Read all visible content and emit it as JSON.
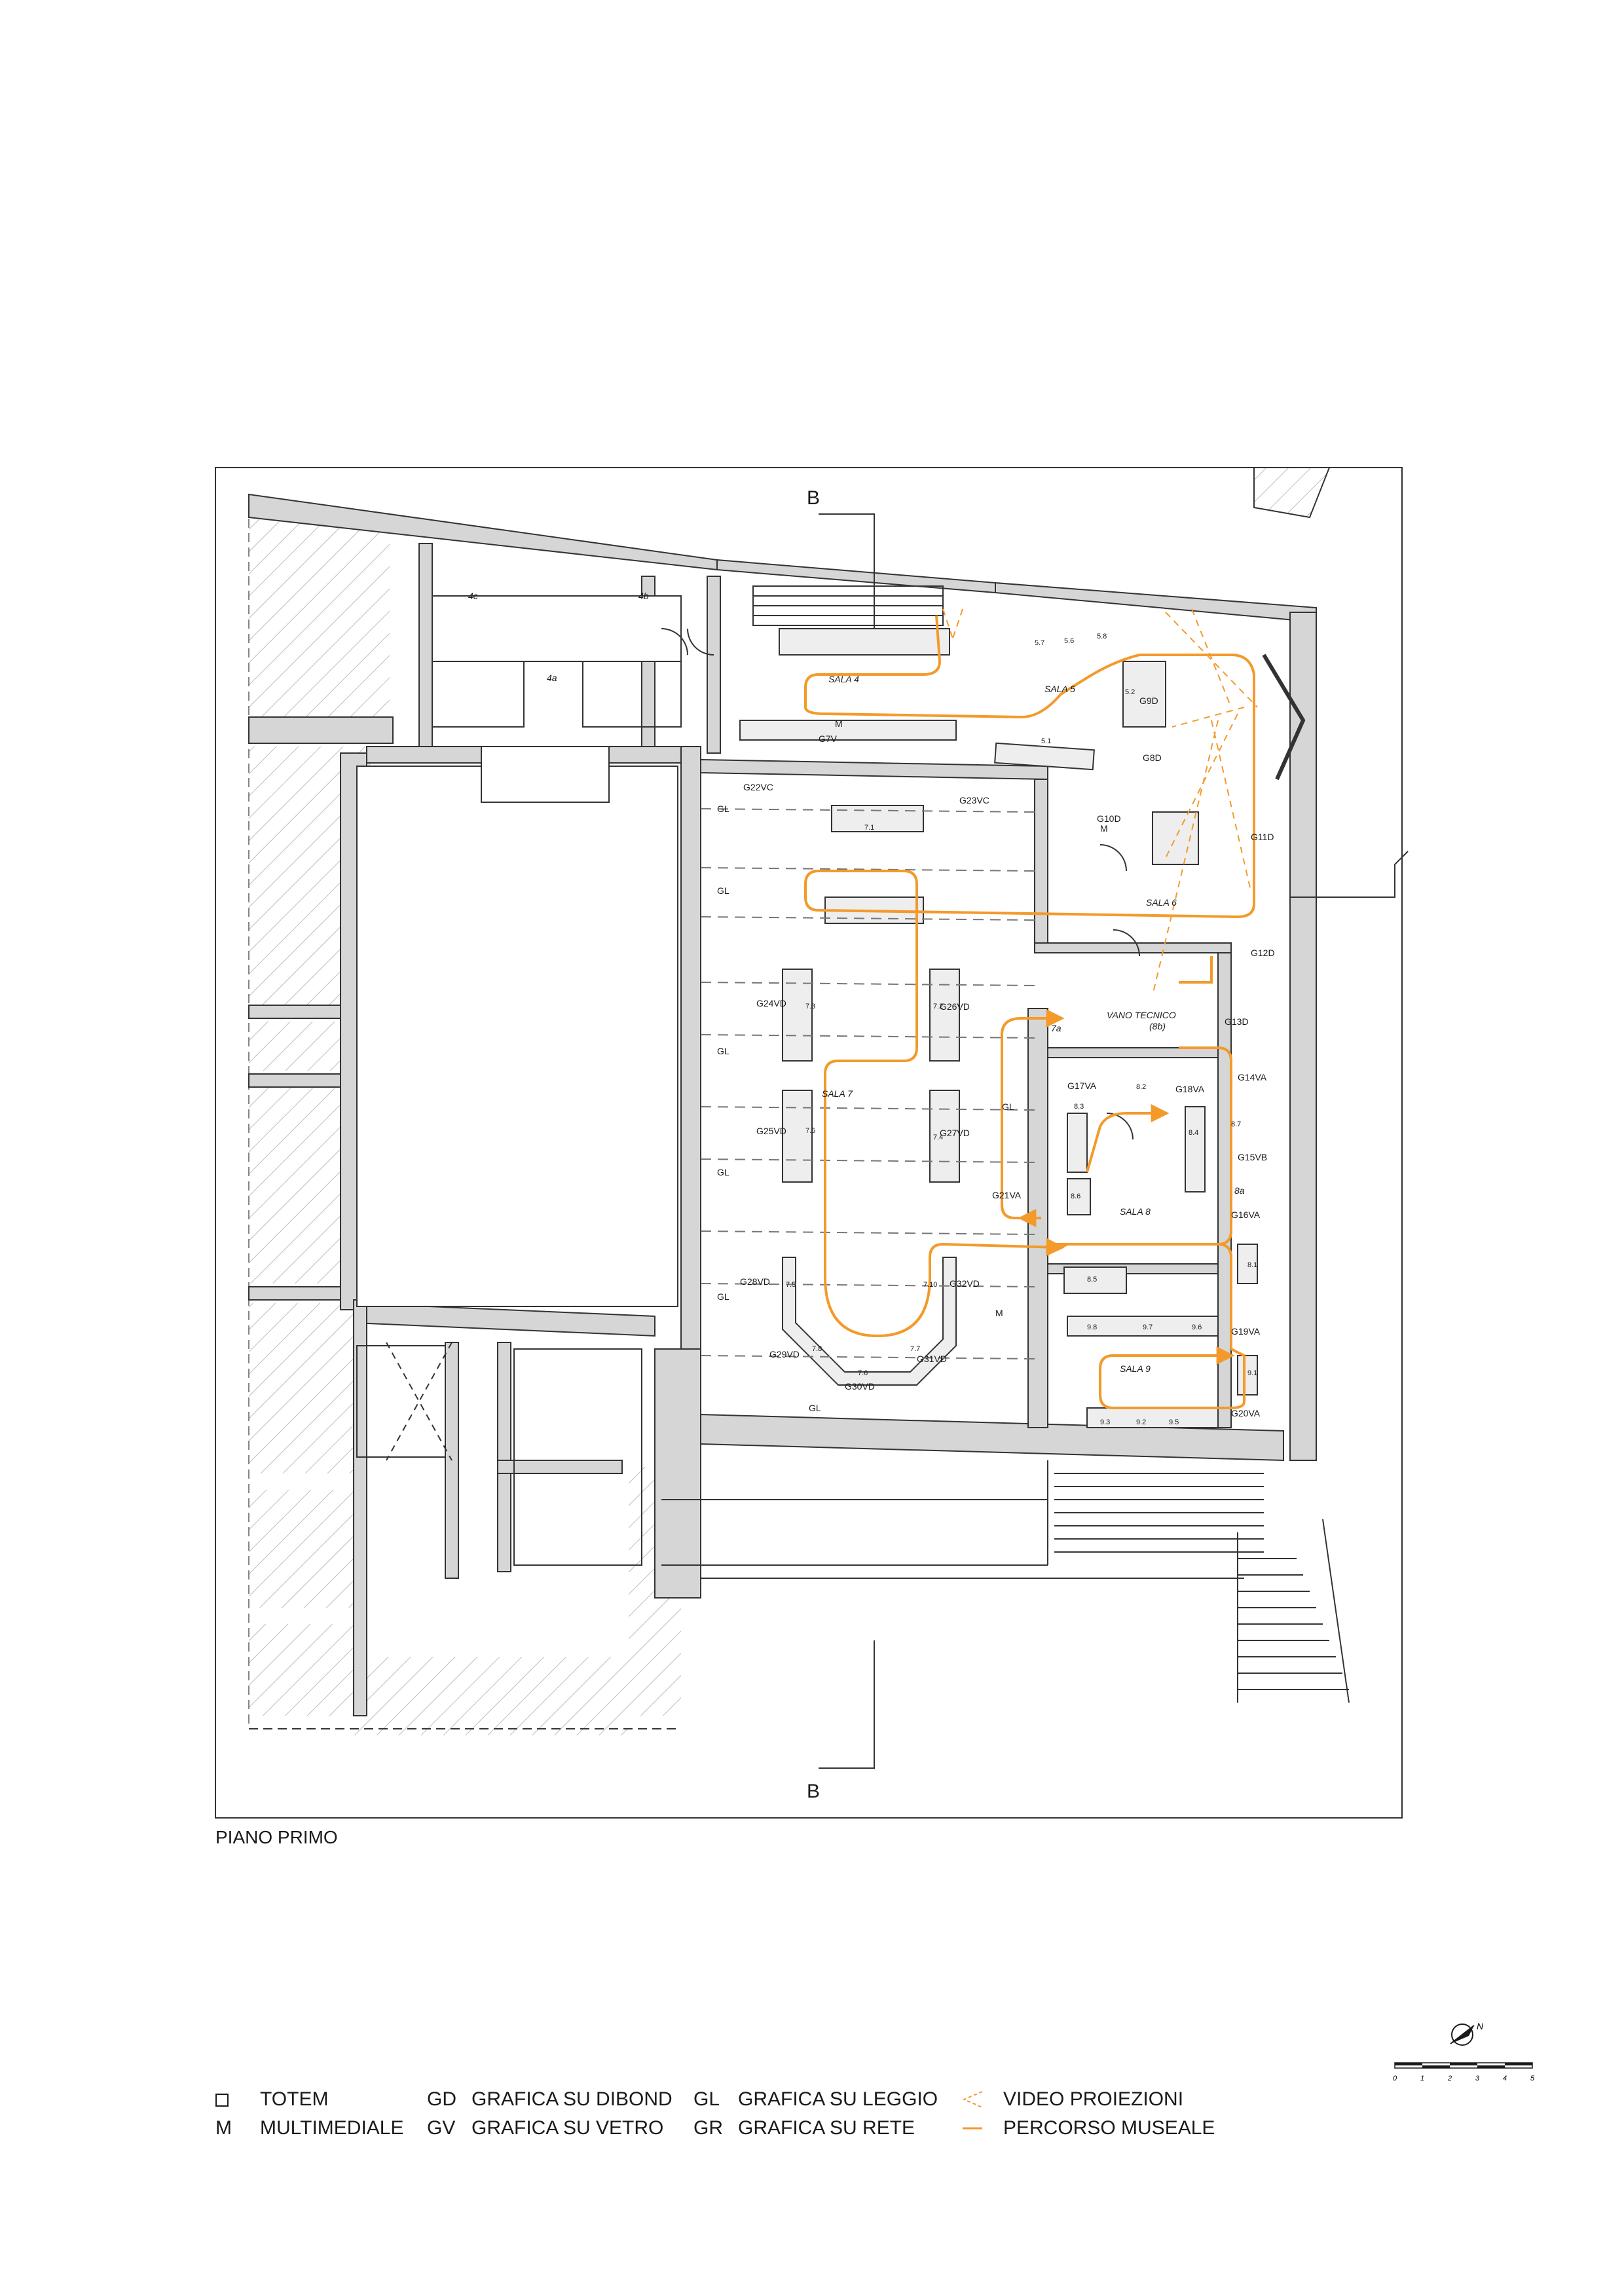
{
  "section_marks": {
    "top": "B",
    "bottom": "B"
  },
  "rooms": {
    "r4a": "4a",
    "r4b": "4b",
    "r4c": "4c",
    "sala4": "SALA 4",
    "sala5": "SALA 5",
    "sala6": "SALA 6",
    "sala7": "SALA 7",
    "sala8": "SALA 8",
    "sala9": "SALA 9",
    "vano": "VANO TECNICO",
    "vano_sub": "(8b)",
    "r7a": "7a",
    "r8a": "8a"
  },
  "labels": {
    "G7V": "G7V",
    "G8D": "G8D",
    "G9D": "G9D",
    "G10D": "G10D",
    "G11D": "G11D",
    "G12D": "G12D",
    "G13D": "G13D",
    "G14VA": "G14VA",
    "G15VB": "G15VB",
    "G16VA": "G16VA",
    "G17VA": "G17VA",
    "G18VA": "G18VA",
    "G19VA": "G19VA",
    "G20VA": "G20VA",
    "G21VA": "G21VA",
    "G22VC": "G22VC",
    "G23VC": "G23VC",
    "G24VD": "G24VD",
    "G25VD": "G25VD",
    "G26VD": "G26VD",
    "G27VD": "G27VD",
    "G28VD": "G28VD",
    "G29VD": "G29VD",
    "G30VD": "G30VD",
    "G31VD": "G31VD",
    "G32VD": "G32VD",
    "GL": "GL",
    "M": "M"
  },
  "nums": {
    "n51": "5.1",
    "n52": "5.2",
    "n56": "5.6",
    "n57": "5.7",
    "n58": "5.8",
    "n71": "7.1",
    "n72": "7.2",
    "n73": "7.3",
    "n74": "7.4",
    "n75": "7.5",
    "n76": "7.6",
    "n77": "7.7",
    "n78": "7.8",
    "n79": "7.9",
    "n710": "7.10",
    "n81": "8.1",
    "n82": "8.2",
    "n83": "8.3",
    "n84": "8.4",
    "n85": "8.5",
    "n86": "8.6",
    "n87": "8.7",
    "n91": "9.1",
    "n92": "9.2",
    "n93": "9.3",
    "n95": "9.5",
    "n96": "9.6",
    "n97": "9.7",
    "n98": "9.8"
  },
  "page_title": "PIANO PRIMO",
  "legend": [
    {
      "code": "",
      "label": "TOTEM",
      "symbol": "square"
    },
    {
      "code": "M",
      "label": "MULTIMEDIALE"
    },
    {
      "code": "GD",
      "label": "GRAFICA SU DIBOND"
    },
    {
      "code": "GV",
      "label": "GRAFICA SU VETRO"
    },
    {
      "code": "GL",
      "label": "GRAFICA SU LEGGIO"
    },
    {
      "code": "GR",
      "label": "GRAFICA SU RETE"
    },
    {
      "code": "",
      "label": "VIDEO PROIEZIONI",
      "symbol": "dashed-chevron"
    },
    {
      "code": "",
      "label": "PERCORSO MUSEALE",
      "symbol": "orange-line"
    }
  ],
  "north_label": "N",
  "scale_ticks": [
    "0",
    "1",
    "2",
    "3",
    "4",
    "5"
  ],
  "colors": {
    "wall": "#d6d6d6",
    "path": "#f39a2b",
    "line": "#1a1a1a"
  }
}
